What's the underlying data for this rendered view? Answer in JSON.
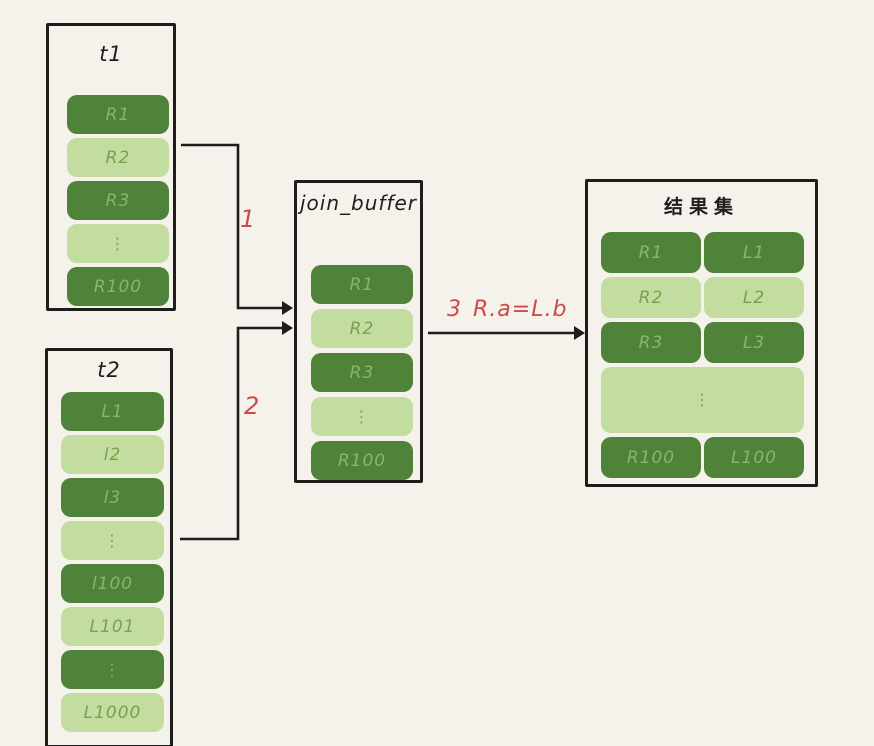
{
  "colors": {
    "background": "#f5f2ec",
    "box-border": "#1d1d1b",
    "cell-dark": "#4f8339",
    "cell-light": "#c3dc9f",
    "text-on-dark": "#8db467",
    "text-on-light": "#7aa24d",
    "annotation-red": "#ce4a46",
    "title-text": "#1e1e1e"
  },
  "boxes": {
    "t1": {
      "title": "t1",
      "rows": [
        {
          "label": "R1",
          "shade": "dark"
        },
        {
          "label": "R2",
          "shade": "light"
        },
        {
          "label": "R3",
          "shade": "dark"
        },
        {
          "label": "⋮",
          "shade": "light"
        },
        {
          "label": "R100",
          "shade": "dark"
        }
      ]
    },
    "t2": {
      "title": "t2",
      "rows": [
        {
          "label": "L1",
          "shade": "dark"
        },
        {
          "label": "l2",
          "shade": "light"
        },
        {
          "label": "l3",
          "shade": "dark"
        },
        {
          "label": "⋮",
          "shade": "light"
        },
        {
          "label": "l100",
          "shade": "dark"
        },
        {
          "label": "L101",
          "shade": "light"
        },
        {
          "label": "⋮",
          "shade": "dark"
        },
        {
          "label": "L1000",
          "shade": "light"
        }
      ]
    },
    "join_buffer": {
      "title": "join_buffer",
      "rows": [
        {
          "label": "R1",
          "shade": "dark"
        },
        {
          "label": "R2",
          "shade": "light"
        },
        {
          "label": "R3",
          "shade": "dark"
        },
        {
          "label": "⋮",
          "shade": "light"
        },
        {
          "label": "R100",
          "shade": "dark"
        }
      ]
    },
    "result": {
      "title": "结果集",
      "rows": [
        {
          "left": "R1",
          "right": "L1",
          "shade": "dark"
        },
        {
          "left": "R2",
          "right": "L2",
          "shade": "light"
        },
        {
          "left": "R3",
          "right": "L3",
          "shade": "dark"
        },
        {
          "label": "⋮",
          "shade": "light",
          "span": true
        },
        {
          "left": "R100",
          "right": "L100",
          "shade": "dark"
        }
      ]
    }
  },
  "annotations": {
    "step1": "1",
    "step2": "2",
    "step3_number": "3",
    "step3_condition": "R.a=L.b"
  }
}
